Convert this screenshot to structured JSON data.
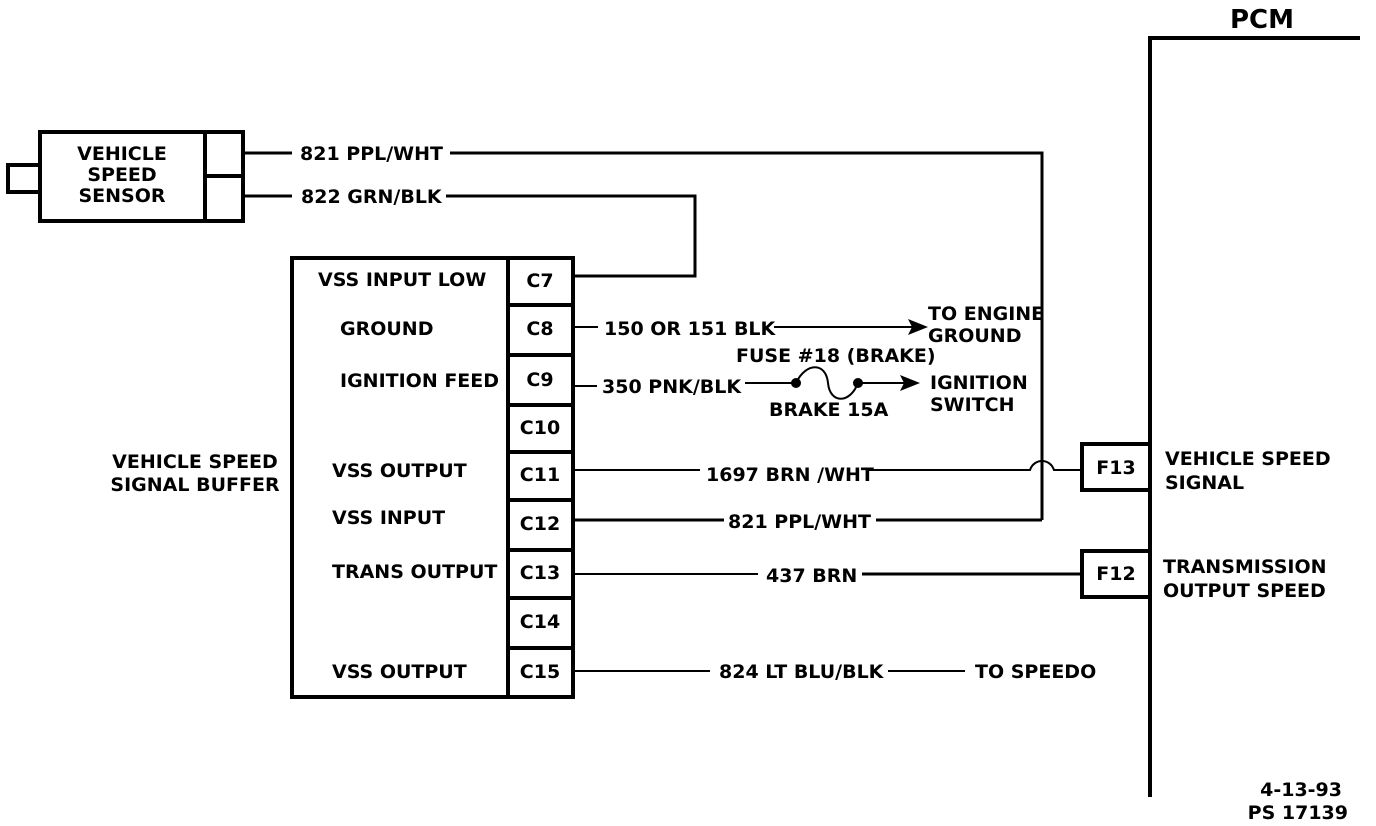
{
  "pcm": {
    "title": "PCM",
    "pins": [
      {
        "id": "F13",
        "label_line1": "VEHICLE SPEED",
        "label_line2": "SIGNAL"
      },
      {
        "id": "F12",
        "label_line1": "TRANSMISSION",
        "label_line2": "OUTPUT SPEED"
      }
    ]
  },
  "sensor": {
    "line1": "VEHICLE",
    "line2": "SPEED",
    "line3": "SENSOR"
  },
  "buffer": {
    "label_line1": "VEHICLE SPEED",
    "label_line2": "SIGNAL BUFFER",
    "pins": [
      {
        "id": "C7",
        "label": "VSS INPUT LOW"
      },
      {
        "id": "C8",
        "label": "GROUND"
      },
      {
        "id": "C9",
        "label": "IGNITION FEED"
      },
      {
        "id": "C10",
        "label": ""
      },
      {
        "id": "C11",
        "label": "VSS OUTPUT"
      },
      {
        "id": "C12",
        "label": "VSS INPUT"
      },
      {
        "id": "C13",
        "label": "TRANS OUTPUT"
      },
      {
        "id": "C14",
        "label": ""
      },
      {
        "id": "C15",
        "label": "VSS OUTPUT"
      }
    ]
  },
  "wires": {
    "w821_sensor": "821 PPL/WHT",
    "w822": "822 GRN/BLK",
    "w150": "150 OR 151 BLK",
    "w350": "350 PNK/BLK",
    "w1697": "1697 BRN /WHT",
    "w821_c12": "821 PPL/WHT",
    "w437": "437 BRN",
    "w824": "824 LT BLU/BLK"
  },
  "destinations": {
    "engine_ground_line1": "TO ENGINE",
    "engine_ground_line2": "GROUND",
    "ignition_line1": "IGNITION",
    "ignition_line2": "SWITCH",
    "speedo": "TO SPEEDO"
  },
  "fuse": {
    "label": "FUSE #18 (BRAKE)",
    "rating": "BRAKE 15A"
  },
  "footer": {
    "date": "4-13-93",
    "ref": "PS 17139"
  }
}
